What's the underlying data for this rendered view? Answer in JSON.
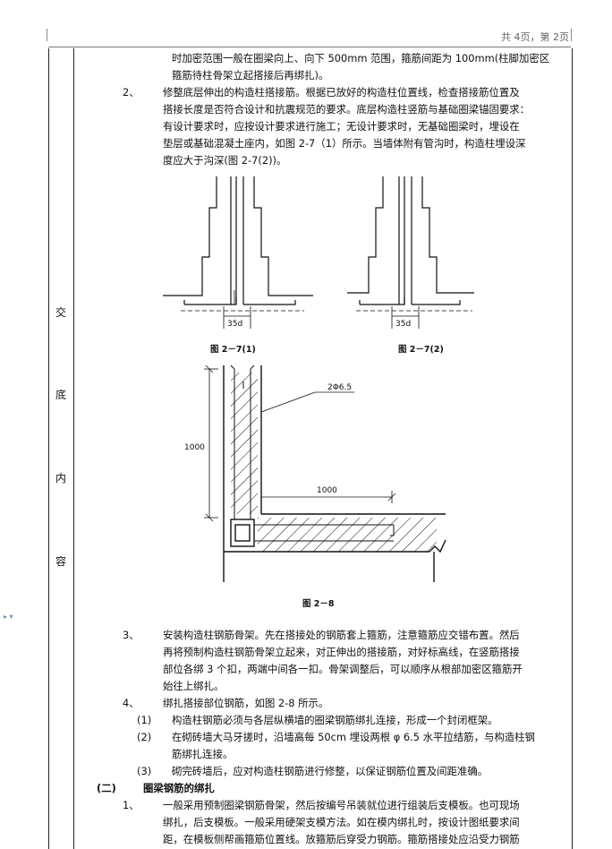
{
  "header": {
    "page_indicator": "共 4页，第 2页"
  },
  "side_labels": [
    "交",
    "底",
    "内",
    "容"
  ],
  "intro_lines": [
    "时加密范围一般在圈梁向上、向下 500mm 范围，箍筋间距为 100mm(柱脚加密区",
    "箍筋待柱骨架立起搭接后再绑扎)。"
  ],
  "item2": {
    "number": "2、",
    "lines": [
      "修整底层伸出的构造柱搭接筋。根据已放好的构造柱位置线，检查搭接筋位置及",
      "搭接长度是否符合设计和抗震规范的要求。底层构造柱竖筋与基础圈梁锚固要求：",
      "有设计要求时，应按设计要求进行施工；无设计要求时，无基础圈梁时，埋设在",
      "垫层或基础混凝土座内，如图 2-7（1）所示。当墙体附有管沟时，构造柱埋设深",
      "度应大于沟深(图 2-7(2))。"
    ]
  },
  "figures": {
    "fig1_caption": "图 2－7(1)",
    "fig2_caption": "图 2－7(2)",
    "fig1_dim": "35d",
    "fig2_dim": "35d",
    "fig3_caption": "图 2－8",
    "fig3_rebar": "2Φ6.5",
    "fig3_dim_v": "1000",
    "fig3_dim_h": "1000"
  },
  "item3": {
    "number": "3、",
    "lines": [
      "安装构造柱钢筋骨架。先在搭接处的钢筋套上箍筋，注意箍筋应交错布置。然后",
      "再将预制构造柱钢筋骨架立起来，对正伸出的搭接筋，对好标高线，在竖筋搭接",
      "部位各绑 3 个扣，两端中间各一扣。骨架调整后，可以顺序从根部加密区箍筋开",
      "始往上绑扎。"
    ]
  },
  "item4": {
    "number": "4、",
    "text": "绑扎搭接部位钢筋，如图 2-8 所示。"
  },
  "sub_items": [
    {
      "number": "(1)",
      "lines": [
        "构造柱钢筋必须与各层纵横墙的圈梁钢筋绑扎连接，形成一个封闭框架。"
      ]
    },
    {
      "number": "(2)",
      "lines": [
        "在砌砖墙大马牙搓时，沿墙高每 50cm 埋设两根 φ 6.5 水平拉结筋，与构造柱钢",
        "筋绑扎连接。"
      ]
    },
    {
      "number": "(3)",
      "lines": [
        "砌完砖墙后，应对构造柱钢筋进行修整，以保证钢筋位置及间距准确。"
      ]
    }
  ],
  "section2": {
    "number": "(二)",
    "title": "圈梁钢筋的绑扎"
  },
  "item_s2_1": {
    "number": "1、",
    "lines": [
      "一般采用预制圈梁钢筋骨架，然后按编号吊装就位进行组装后支模板。也可现场",
      "绑扎，后支模板。一般采用硬架支模方法。如在模内绑扎时，按设计图纸要求间",
      "距，在模板侧帮画箍筋位置线。放箍筋后穿受力钢筋。箍筋搭接处应沿受力钢筋"
    ]
  }
}
